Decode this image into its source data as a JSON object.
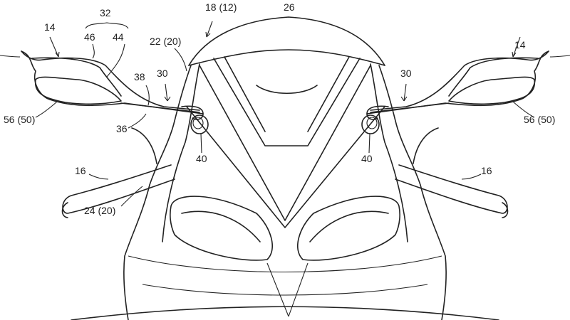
{
  "labels": {
    "l14_left": "14",
    "l32": "32",
    "l46": "46",
    "l44": "44",
    "l18_12": "18 (12)",
    "l26": "26",
    "l22_20": "22 (20)",
    "l38": "38",
    "l30_left": "30",
    "l36": "36",
    "l56_50_left": "56 (50)",
    "l40_left": "40",
    "l16_left": "16",
    "l24_20": "24 (20)",
    "l14_right": "14",
    "l30_right": "30",
    "l56_50_right": "56 (50)",
    "l40_right": "40",
    "l16_right": "16"
  },
  "colors": {
    "line": "#222222",
    "background": "#ffffff"
  }
}
